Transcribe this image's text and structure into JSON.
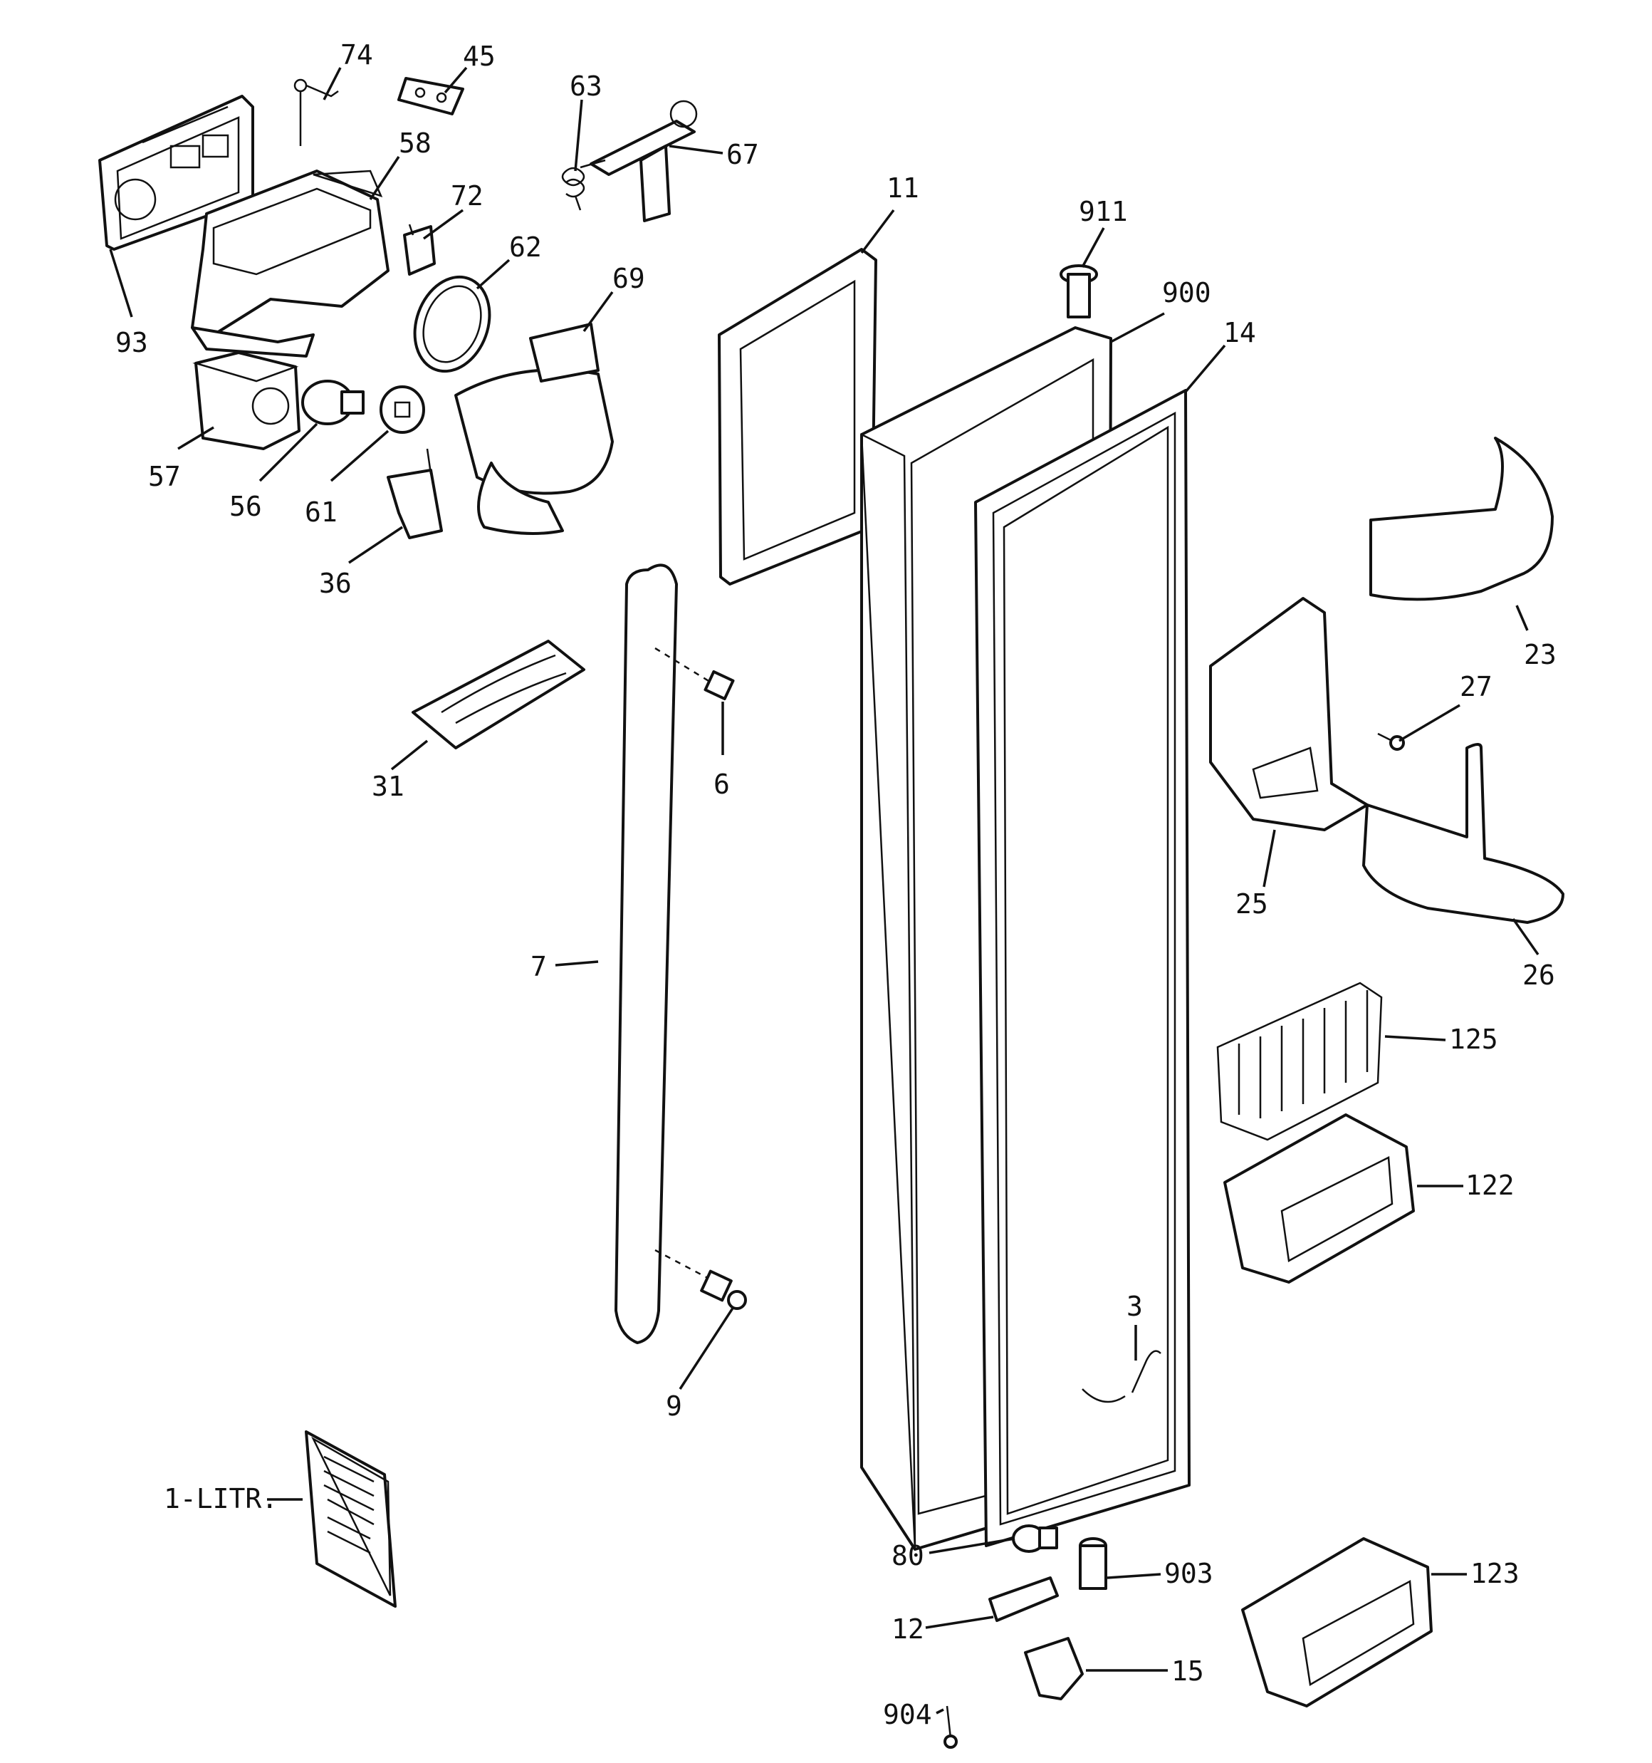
{
  "callouts": [
    {
      "id": "74",
      "text": "74"
    },
    {
      "id": "45",
      "text": "45"
    },
    {
      "id": "63",
      "text": "63"
    },
    {
      "id": "67",
      "text": "67"
    },
    {
      "id": "58",
      "text": "58"
    },
    {
      "id": "72",
      "text": "72"
    },
    {
      "id": "62",
      "text": "62"
    },
    {
      "id": "69",
      "text": "69"
    },
    {
      "id": "93",
      "text": "93"
    },
    {
      "id": "57",
      "text": "57"
    },
    {
      "id": "56",
      "text": "56"
    },
    {
      "id": "61",
      "text": "61"
    },
    {
      "id": "36",
      "text": "36"
    },
    {
      "id": "11",
      "text": "11"
    },
    {
      "id": "911",
      "text": "911"
    },
    {
      "id": "900",
      "text": "900"
    },
    {
      "id": "14",
      "text": "14"
    },
    {
      "id": "23",
      "text": "23"
    },
    {
      "id": "27",
      "text": "27"
    },
    {
      "id": "25",
      "text": "25"
    },
    {
      "id": "26",
      "text": "26"
    },
    {
      "id": "31",
      "text": "31"
    },
    {
      "id": "6",
      "text": "6"
    },
    {
      "id": "7",
      "text": "7"
    },
    {
      "id": "9",
      "text": "9"
    },
    {
      "id": "3",
      "text": "3"
    },
    {
      "id": "125",
      "text": "125"
    },
    {
      "id": "122",
      "text": "122"
    },
    {
      "id": "1-LITR",
      "text": "1-LITR."
    },
    {
      "id": "80",
      "text": "80"
    },
    {
      "id": "903",
      "text": "903"
    },
    {
      "id": "12",
      "text": "12"
    },
    {
      "id": "15",
      "text": "15"
    },
    {
      "id": "904",
      "text": "904"
    },
    {
      "id": "123",
      "text": "123"
    }
  ]
}
